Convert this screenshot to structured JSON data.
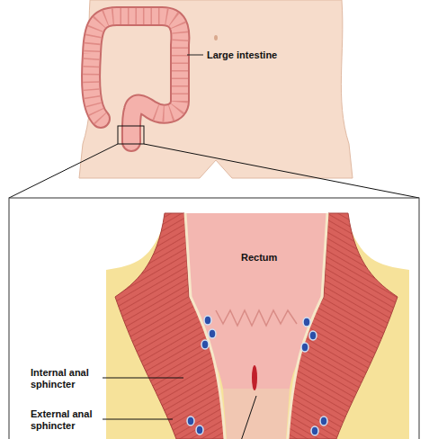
{
  "diagram": {
    "labels": [
      "Large intestine",
      "Rectum",
      "Internal anal sphincter",
      "External anal sphincter"
    ]
  }
}
